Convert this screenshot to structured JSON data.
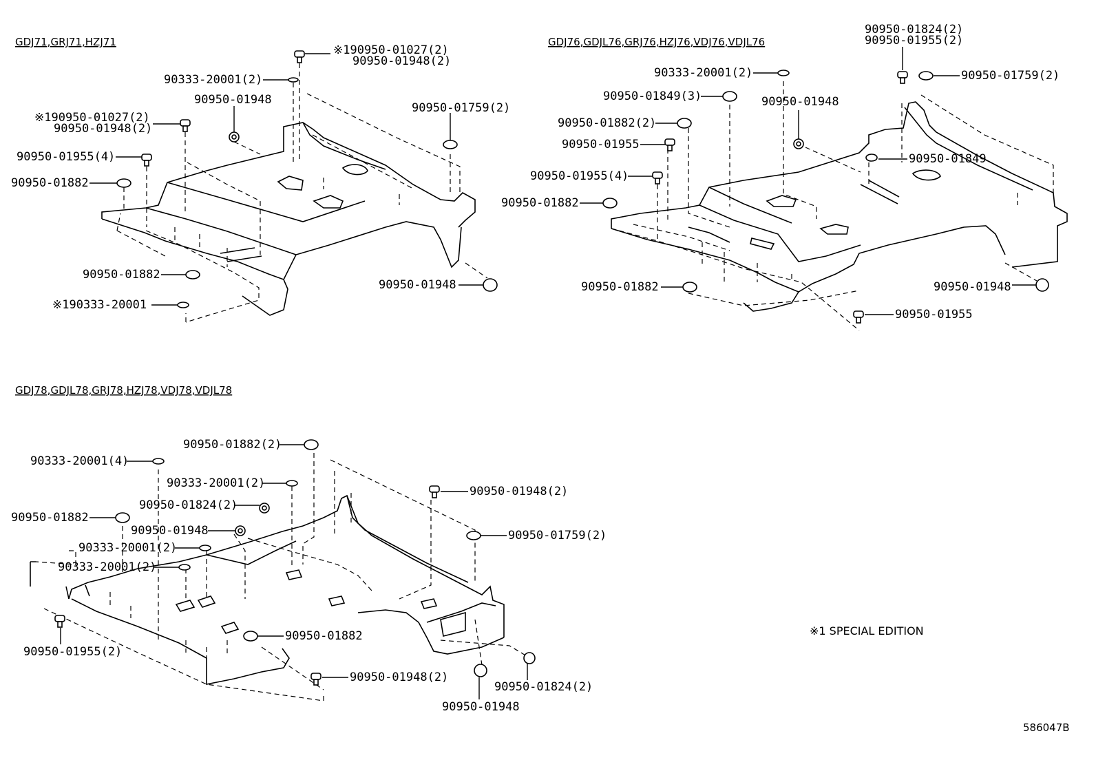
{
  "sections": [
    {
      "title": "GDJ71,GRJ71,HZJ71",
      "callouts": [
        {
          "text": "※190950-01027(2)"
        },
        {
          "text": "90950-01948(2)"
        },
        {
          "text": "90333-20001(2)"
        },
        {
          "text": "90950-01948"
        },
        {
          "text": "※190950-01027(2)"
        },
        {
          "text": "90950-01948(2)"
        },
        {
          "text": "90950-01759(2)"
        },
        {
          "text": "90950-01955(4)"
        },
        {
          "text": "90950-01882"
        },
        {
          "text": "90950-01882"
        },
        {
          "text": "90950-01948"
        },
        {
          "text": "※190333-20001"
        }
      ]
    },
    {
      "title": "GDJ76,GDJL76,GRJ76,HZJ76,VDJ76,VDJL76",
      "callouts": [
        {
          "text": "90950-01824(2)"
        },
        {
          "text": "90950-01955(2)"
        },
        {
          "text": "90333-20001(2)"
        },
        {
          "text": "90950-01759(2)"
        },
        {
          "text": "90950-01849(3)"
        },
        {
          "text": "90950-01948"
        },
        {
          "text": "90950-01882(2)"
        },
        {
          "text": "90950-01955"
        },
        {
          "text": "90950-01849"
        },
        {
          "text": "90950-01955(4)"
        },
        {
          "text": "90950-01882"
        },
        {
          "text": "90950-01882"
        },
        {
          "text": "90950-01948"
        },
        {
          "text": "90950-01955"
        }
      ]
    },
    {
      "title": "GDJ78,GDJL78,GRJ78,HZJ78,VDJ78,VDJL78",
      "callouts": [
        {
          "text": "90950-01882(2)"
        },
        {
          "text": "90333-20001(4)"
        },
        {
          "text": "90333-20001(2)"
        },
        {
          "text": "90950-01948(2)"
        },
        {
          "text": "90950-01824(2)"
        },
        {
          "text": "90950-01882"
        },
        {
          "text": "90950-01948"
        },
        {
          "text": "90950-01759(2)"
        },
        {
          "text": "90333-20001(2)"
        },
        {
          "text": "90333-20001(2)"
        },
        {
          "text": "90950-01882"
        },
        {
          "text": "90950-01955(2)"
        },
        {
          "text": "90950-01948(2)"
        },
        {
          "text": "90950-01824(2)"
        },
        {
          "text": "90950-01948"
        }
      ]
    }
  ],
  "note": "※1 SPECIAL EDITION",
  "figure_code": "586047B"
}
